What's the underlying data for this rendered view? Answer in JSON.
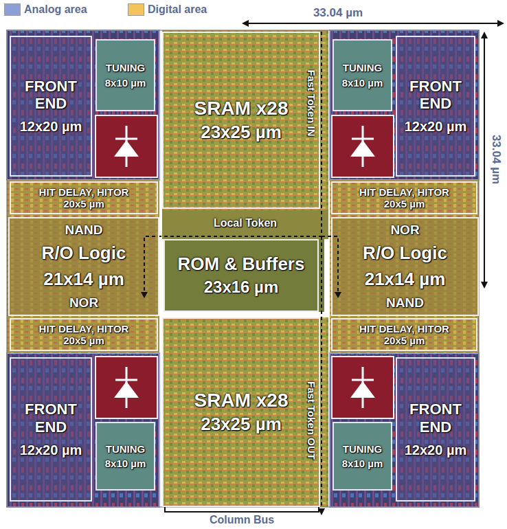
{
  "diagram": {
    "nodes": [
      {
        "text": [
          "FRONT END",
          "12x20 µm"
        ]
      },
      {
        "text": [
          "TUNING",
          "8x10 µm"
        ]
      },
      {
        "text": [
          "SRAM x28",
          "23x25 µm"
        ]
      },
      {
        "text": [
          "TUNING",
          "8x10 µm"
        ]
      },
      {
        "text": [
          "FRONT END",
          "12x20 µm"
        ]
      },
      {
        "text": [
          "HIT DELAY, HITOR",
          "20x5 µm"
        ]
      },
      {
        "text": [
          "HIT DELAY, HITOR",
          "20x5 µm"
        ]
      },
      {
        "text": [
          "NAND",
          "R/O Logic",
          "21x14 µm",
          "NOR"
        ]
      },
      {
        "text": [
          "ROM & Buffers",
          "23x16 µm"
        ]
      },
      {
        "text": [
          "NOR",
          "R/O Logic",
          "21x14 µm",
          "NAND"
        ]
      },
      {
        "text": [
          "HIT DELAY, HITOR",
          "20x5 µm"
        ]
      },
      {
        "text": [
          "HIT DELAY, HITOR",
          "20x5 µm"
        ]
      },
      {
        "text": [
          "FRONT END",
          "12x20 µm"
        ]
      },
      {
        "text": [
          "SRAM x28",
          "23x25 µm"
        ]
      },
      {
        "text": [
          "FRONT END",
          "12x20 µm"
        ]
      },
      {
        "text": [
          "TUNING",
          "8x10 µm"
        ]
      },
      {
        "text": [
          "TUNING",
          "8x10 µm"
        ]
      }
    ],
    "labels": [
      "33.04 µm",
      "33.04 µm",
      "Fast Token IN",
      "Local Token",
      "Fast Token OUT",
      "Column Bus"
    ],
    "legend": [
      {
        "text": "Analog area",
        "color": "#8e9fd8"
      },
      {
        "text": "Digital area",
        "color": "#f2c45e"
      }
    ]
  }
}
